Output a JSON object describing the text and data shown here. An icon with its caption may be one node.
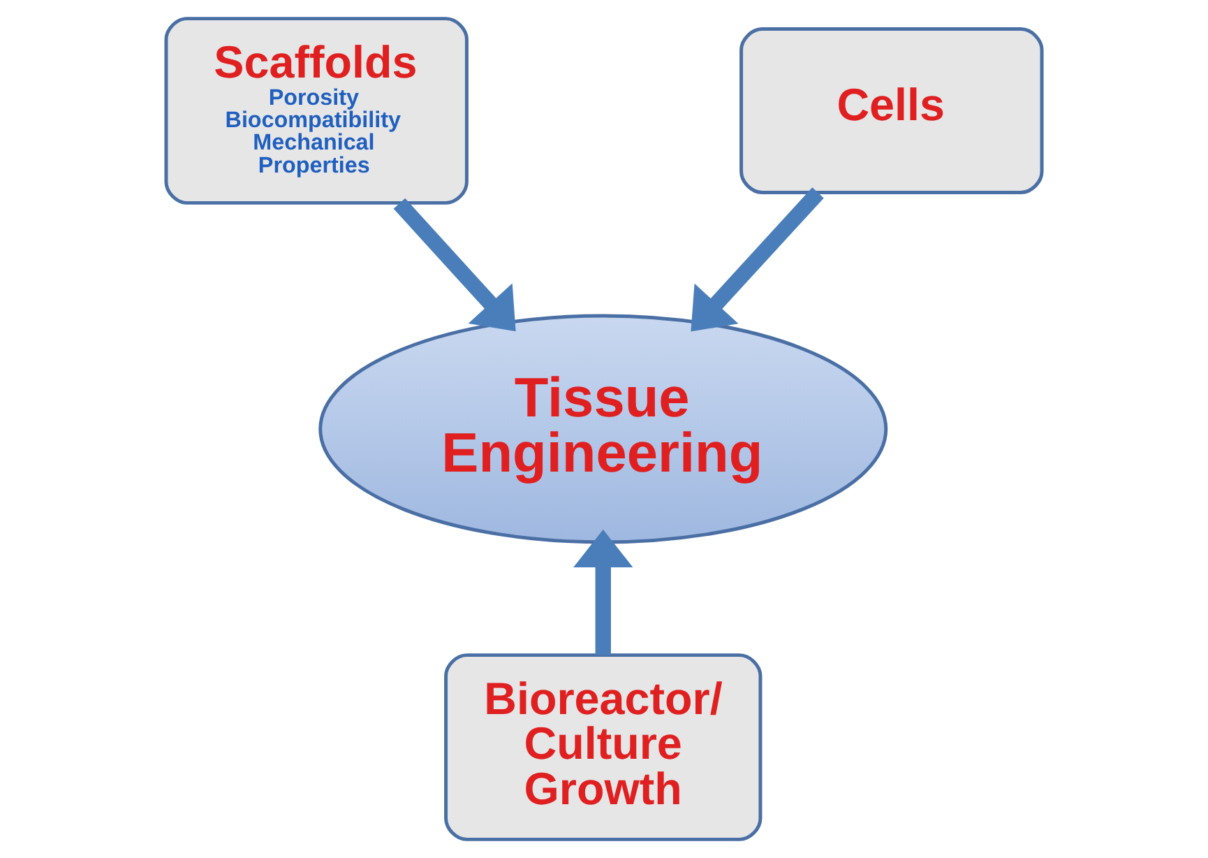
{
  "diagram": {
    "nodes": [
      {
        "text": [
          "Scaffolds",
          "Porosity Biocompatibility Mechanical Properties"
        ]
      },
      {
        "text": [
          "Cells"
        ]
      },
      {
        "text": [
          "Tissue Engineering"
        ]
      },
      {
        "text": [
          "Bioreactor/ Culture Growth"
        ]
      }
    ],
    "edges": [
      {
        "from": 0,
        "to": 2,
        "arrow": "to"
      },
      {
        "from": 1,
        "to": 2,
        "arrow": "to"
      },
      {
        "from": 3,
        "to": 2,
        "arrow": "to"
      }
    ]
  }
}
